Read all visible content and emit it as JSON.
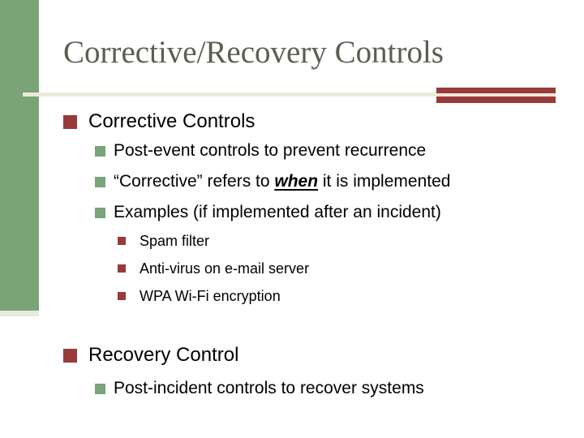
{
  "title": "Corrective/Recovery Controls",
  "colors": {
    "sidebar_green": "#7aa377",
    "accent_maroon": "#993a3a",
    "title_gray": "#5d5d50",
    "rule_beige": "#ebe9da",
    "body_text": "#000000"
  },
  "sections": [
    {
      "heading": "Corrective Controls",
      "items": [
        {
          "text": "Post-event controls to prevent recurrence"
        },
        {
          "pre": "“Corrective” refers to ",
          "emphasis": "when",
          "post": " it is implemented"
        },
        {
          "text": "Examples (if implemented after an incident)"
        }
      ],
      "subitems": [
        {
          "text": "Spam filter"
        },
        {
          "text": "Anti-virus on e-mail server"
        },
        {
          "text": "WPA Wi-Fi encryption"
        }
      ]
    },
    {
      "heading": "Recovery Control",
      "items": [
        {
          "text": "Post-incident controls to recover systems"
        }
      ]
    }
  ]
}
